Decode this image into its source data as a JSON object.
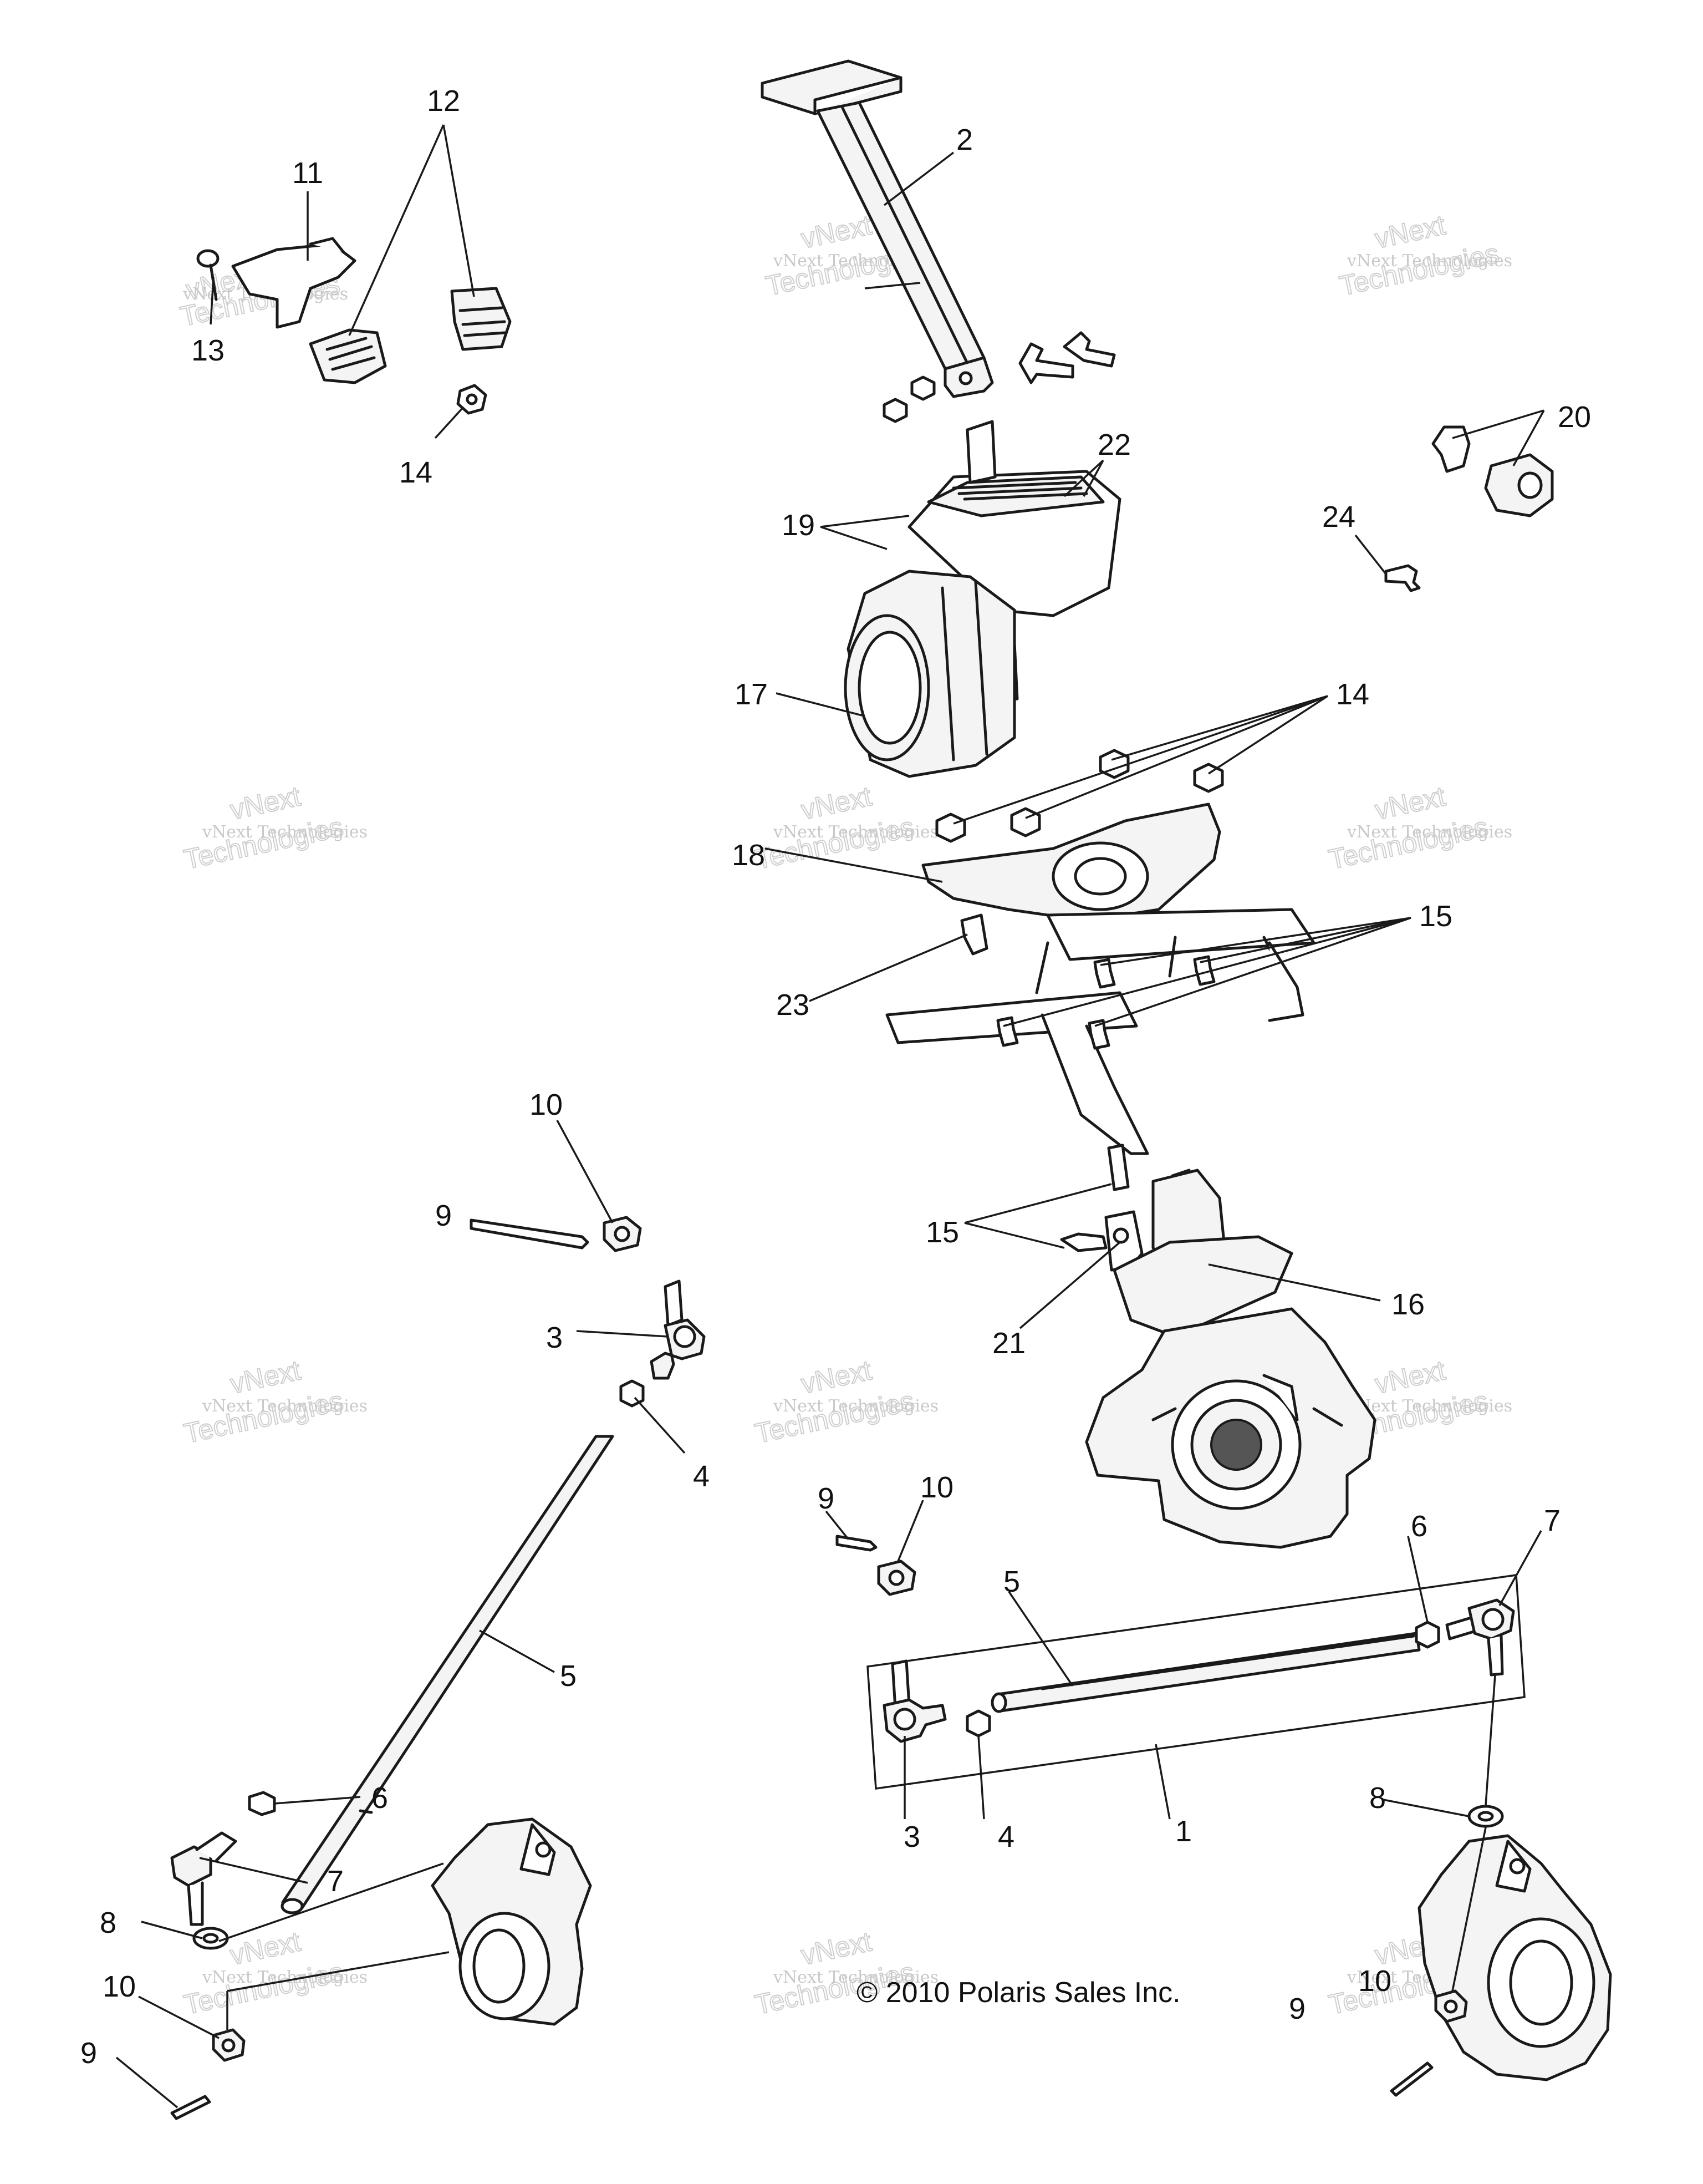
{
  "callouts": [
    {
      "id": "c1",
      "label": "1"
    },
    {
      "id": "c2",
      "label": "2"
    },
    {
      "id": "c3a",
      "label": "3"
    },
    {
      "id": "c3b",
      "label": "3"
    },
    {
      "id": "c4a",
      "label": "4"
    },
    {
      "id": "c4b",
      "label": "4"
    },
    {
      "id": "c5a",
      "label": "5"
    },
    {
      "id": "c5b",
      "label": "5"
    },
    {
      "id": "c6a",
      "label": "6"
    },
    {
      "id": "c6b",
      "label": "6"
    },
    {
      "id": "c7a",
      "label": "7"
    },
    {
      "id": "c7b",
      "label": "7"
    },
    {
      "id": "c8a",
      "label": "8"
    },
    {
      "id": "c8b",
      "label": "8"
    },
    {
      "id": "c9a",
      "label": "9"
    },
    {
      "id": "c9b",
      "label": "9"
    },
    {
      "id": "c9c",
      "label": "9"
    },
    {
      "id": "c9d",
      "label": "9"
    },
    {
      "id": "c10a",
      "label": "10"
    },
    {
      "id": "c10b",
      "label": "10"
    },
    {
      "id": "c10c",
      "label": "10"
    },
    {
      "id": "c10d",
      "label": "10"
    },
    {
      "id": "c11",
      "label": "11"
    },
    {
      "id": "c12",
      "label": "12"
    },
    {
      "id": "c13",
      "label": "13"
    },
    {
      "id": "c14a",
      "label": "14"
    },
    {
      "id": "c14b",
      "label": "14"
    },
    {
      "id": "c15a",
      "label": "15"
    },
    {
      "id": "c15b",
      "label": "15"
    },
    {
      "id": "c16",
      "label": "16"
    },
    {
      "id": "c17",
      "label": "17"
    },
    {
      "id": "c18",
      "label": "18"
    },
    {
      "id": "c19",
      "label": "19"
    },
    {
      "id": "c20",
      "label": "20"
    },
    {
      "id": "c21",
      "label": "21"
    },
    {
      "id": "c22",
      "label": "22"
    },
    {
      "id": "c23",
      "label": "23"
    },
    {
      "id": "c24",
      "label": "24"
    }
  ],
  "watermark": {
    "line1": "vNext Technologies",
    "line2": "vNext",
    "line3": "Technologies"
  },
  "copyright": "© 2010 Polaris Sales Inc."
}
